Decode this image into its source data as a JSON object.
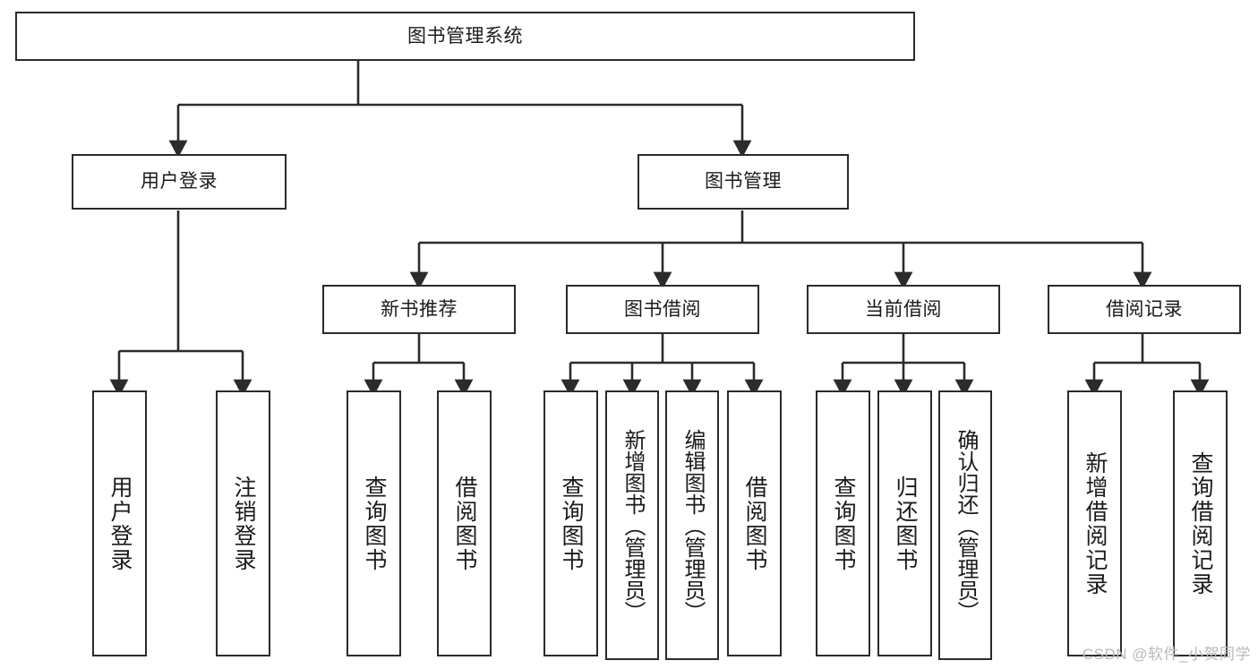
{
  "diagram": {
    "type": "tree",
    "title": "图书管理系统",
    "watermark": "CSDN @软件_小贺同学",
    "colors": {
      "stroke": "#2b2b2b",
      "background": "#ffffff",
      "text": "#1b1b1b",
      "watermark": "#b9b9b9"
    },
    "nodes": {
      "root": {
        "label": "图书管理系统"
      },
      "level2": [
        {
          "label": "用户登录"
        },
        {
          "label": "图书管理"
        }
      ],
      "level3": [
        {
          "label": "新书推荐"
        },
        {
          "label": "图书借阅"
        },
        {
          "label": "当前借阅"
        },
        {
          "label": "借阅记录"
        }
      ],
      "leaves": {
        "user_login": [
          {
            "label": "用户登录"
          },
          {
            "label": "注销登录"
          }
        ],
        "new_book": [
          {
            "label": "查询图书"
          },
          {
            "label": "借阅图书"
          }
        ],
        "book_borrow": [
          {
            "label": "查询图书"
          },
          {
            "label": "新增图书（管理员）"
          },
          {
            "label": "编辑图书（管理员）"
          },
          {
            "label": "借阅图书"
          }
        ],
        "current_borrow": [
          {
            "label": "查询图书"
          },
          {
            "label": "归还图书"
          },
          {
            "label": "确认归还（管理员）"
          }
        ],
        "borrow_record": [
          {
            "label": "新增借阅记录"
          },
          {
            "label": "查询借阅记录"
          }
        ]
      }
    }
  }
}
